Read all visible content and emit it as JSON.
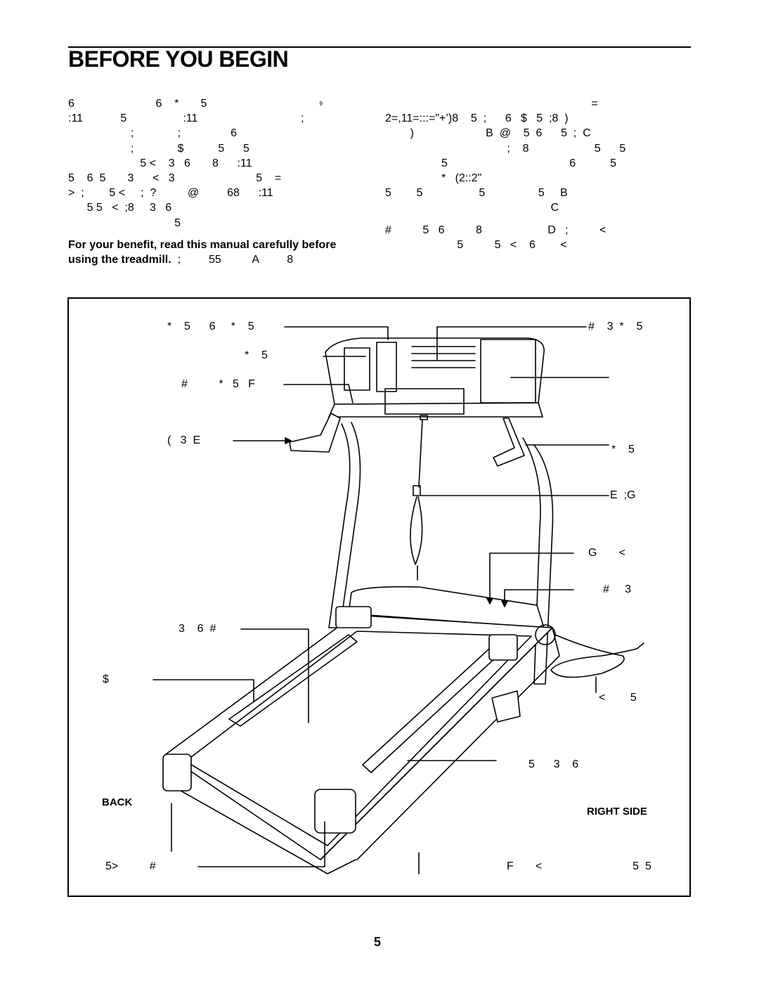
{
  "title": "BEFORE YOU BEGIN",
  "left_column": {
    "lines": [
      "6                          6    *       5                                    ",
      ":11            5                  :11                                 ;",
      "                    ;              ;                6",
      "                    ;              $           5      5",
      "                       5 <    3   6       8      :11",
      "5    6  5       3      <   3                          5    =",
      ">  ;        5 <     ;  ?          @         68      :11",
      "      5 5   <  ;8     3   6",
      "                                  5"
    ],
    "superscript": "9",
    "bold_line_1": "For your benefit, read this manual carefully before",
    "bold_line_2": "using the treadmill.",
    "bold_line_2_rest": "  ;         55          A         8"
  },
  "right_column": {
    "lines": [
      "                                                                  =",
      "2=,11=:::=\"+’)8    5  ;      6   $   5  ;8  )",
      "        )                       B  @    5  6      5  ;  C",
      "                                       ;    8                     5      5",
      "                  5                                       6           5",
      "                  *   (2::2\"",
      "5        5                  5                 5     B",
      "                                                     C",
      "",
      "#          5   6          8                     D   ;          <",
      "                       5          5   <    6        <"
    ]
  },
  "labels": {
    "top_left_1": "*    5      6     *    5",
    "top_left_2": "*    5",
    "top_left_3": "#          *   5   F",
    "handrail_left": "(   3  E",
    "top_right": "#    3  *    5",
    "right_1": "*    5",
    "right_2": "E  ;G",
    "right_3": "G       <",
    "right_4": "#     3",
    "left_4": "3    6  #",
    "left_5": "$",
    "right_5": "<        5",
    "right_6": "5      3    6",
    "back": "BACK",
    "right_side": "RIGHT SIDE",
    "bottom_left": "5>          #",
    "bottom_right": "F       <                             5  5"
  },
  "page_number": "5"
}
